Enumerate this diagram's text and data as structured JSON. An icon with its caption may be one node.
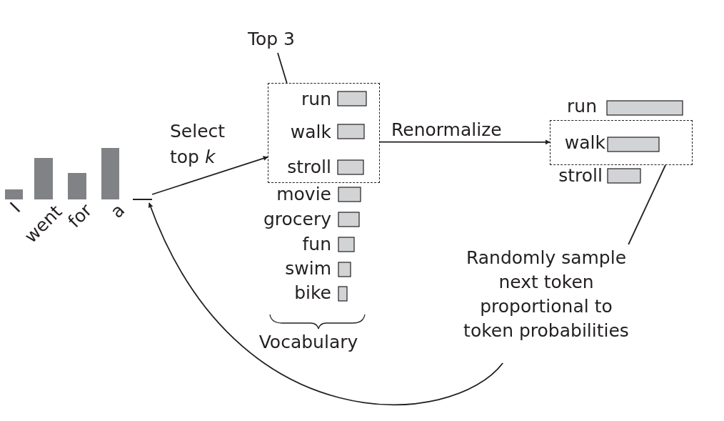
{
  "diagram": {
    "nodes": [
      {
        "text": [
          "Top 3"
        ]
      },
      {
        "text": [],
        "shape": "box"
      },
      {
        "text": [],
        "shape": "box"
      },
      {
        "text": [],
        "shape": "bar"
      },
      {
        "text": [
          "Randomly sample next token proportional to token probabilities"
        ]
      }
    ],
    "edges": [
      {
        "from": 0,
        "to": 1,
        "arrow": "none"
      },
      {
        "from": 3,
        "to": 1,
        "arrow": "to",
        "label": "Select top *k*"
      },
      {
        "from": 1,
        "to": 2,
        "arrow": "to",
        "label": "Renormalize"
      },
      {
        "from": 4,
        "to": 2,
        "arrow": "none"
      },
      {
        "from": 4,
        "to": 3,
        "arrow": "to"
      }
    ],
    "labels": [
      "I",
      "went",
      "for",
      "a",
      "run",
      "walk",
      "stroll",
      "movie",
      "grocery",
      "fun",
      "swim",
      "bike",
      "Vocabulary",
      "run",
      "walk",
      "stroll"
    ]
  }
}
